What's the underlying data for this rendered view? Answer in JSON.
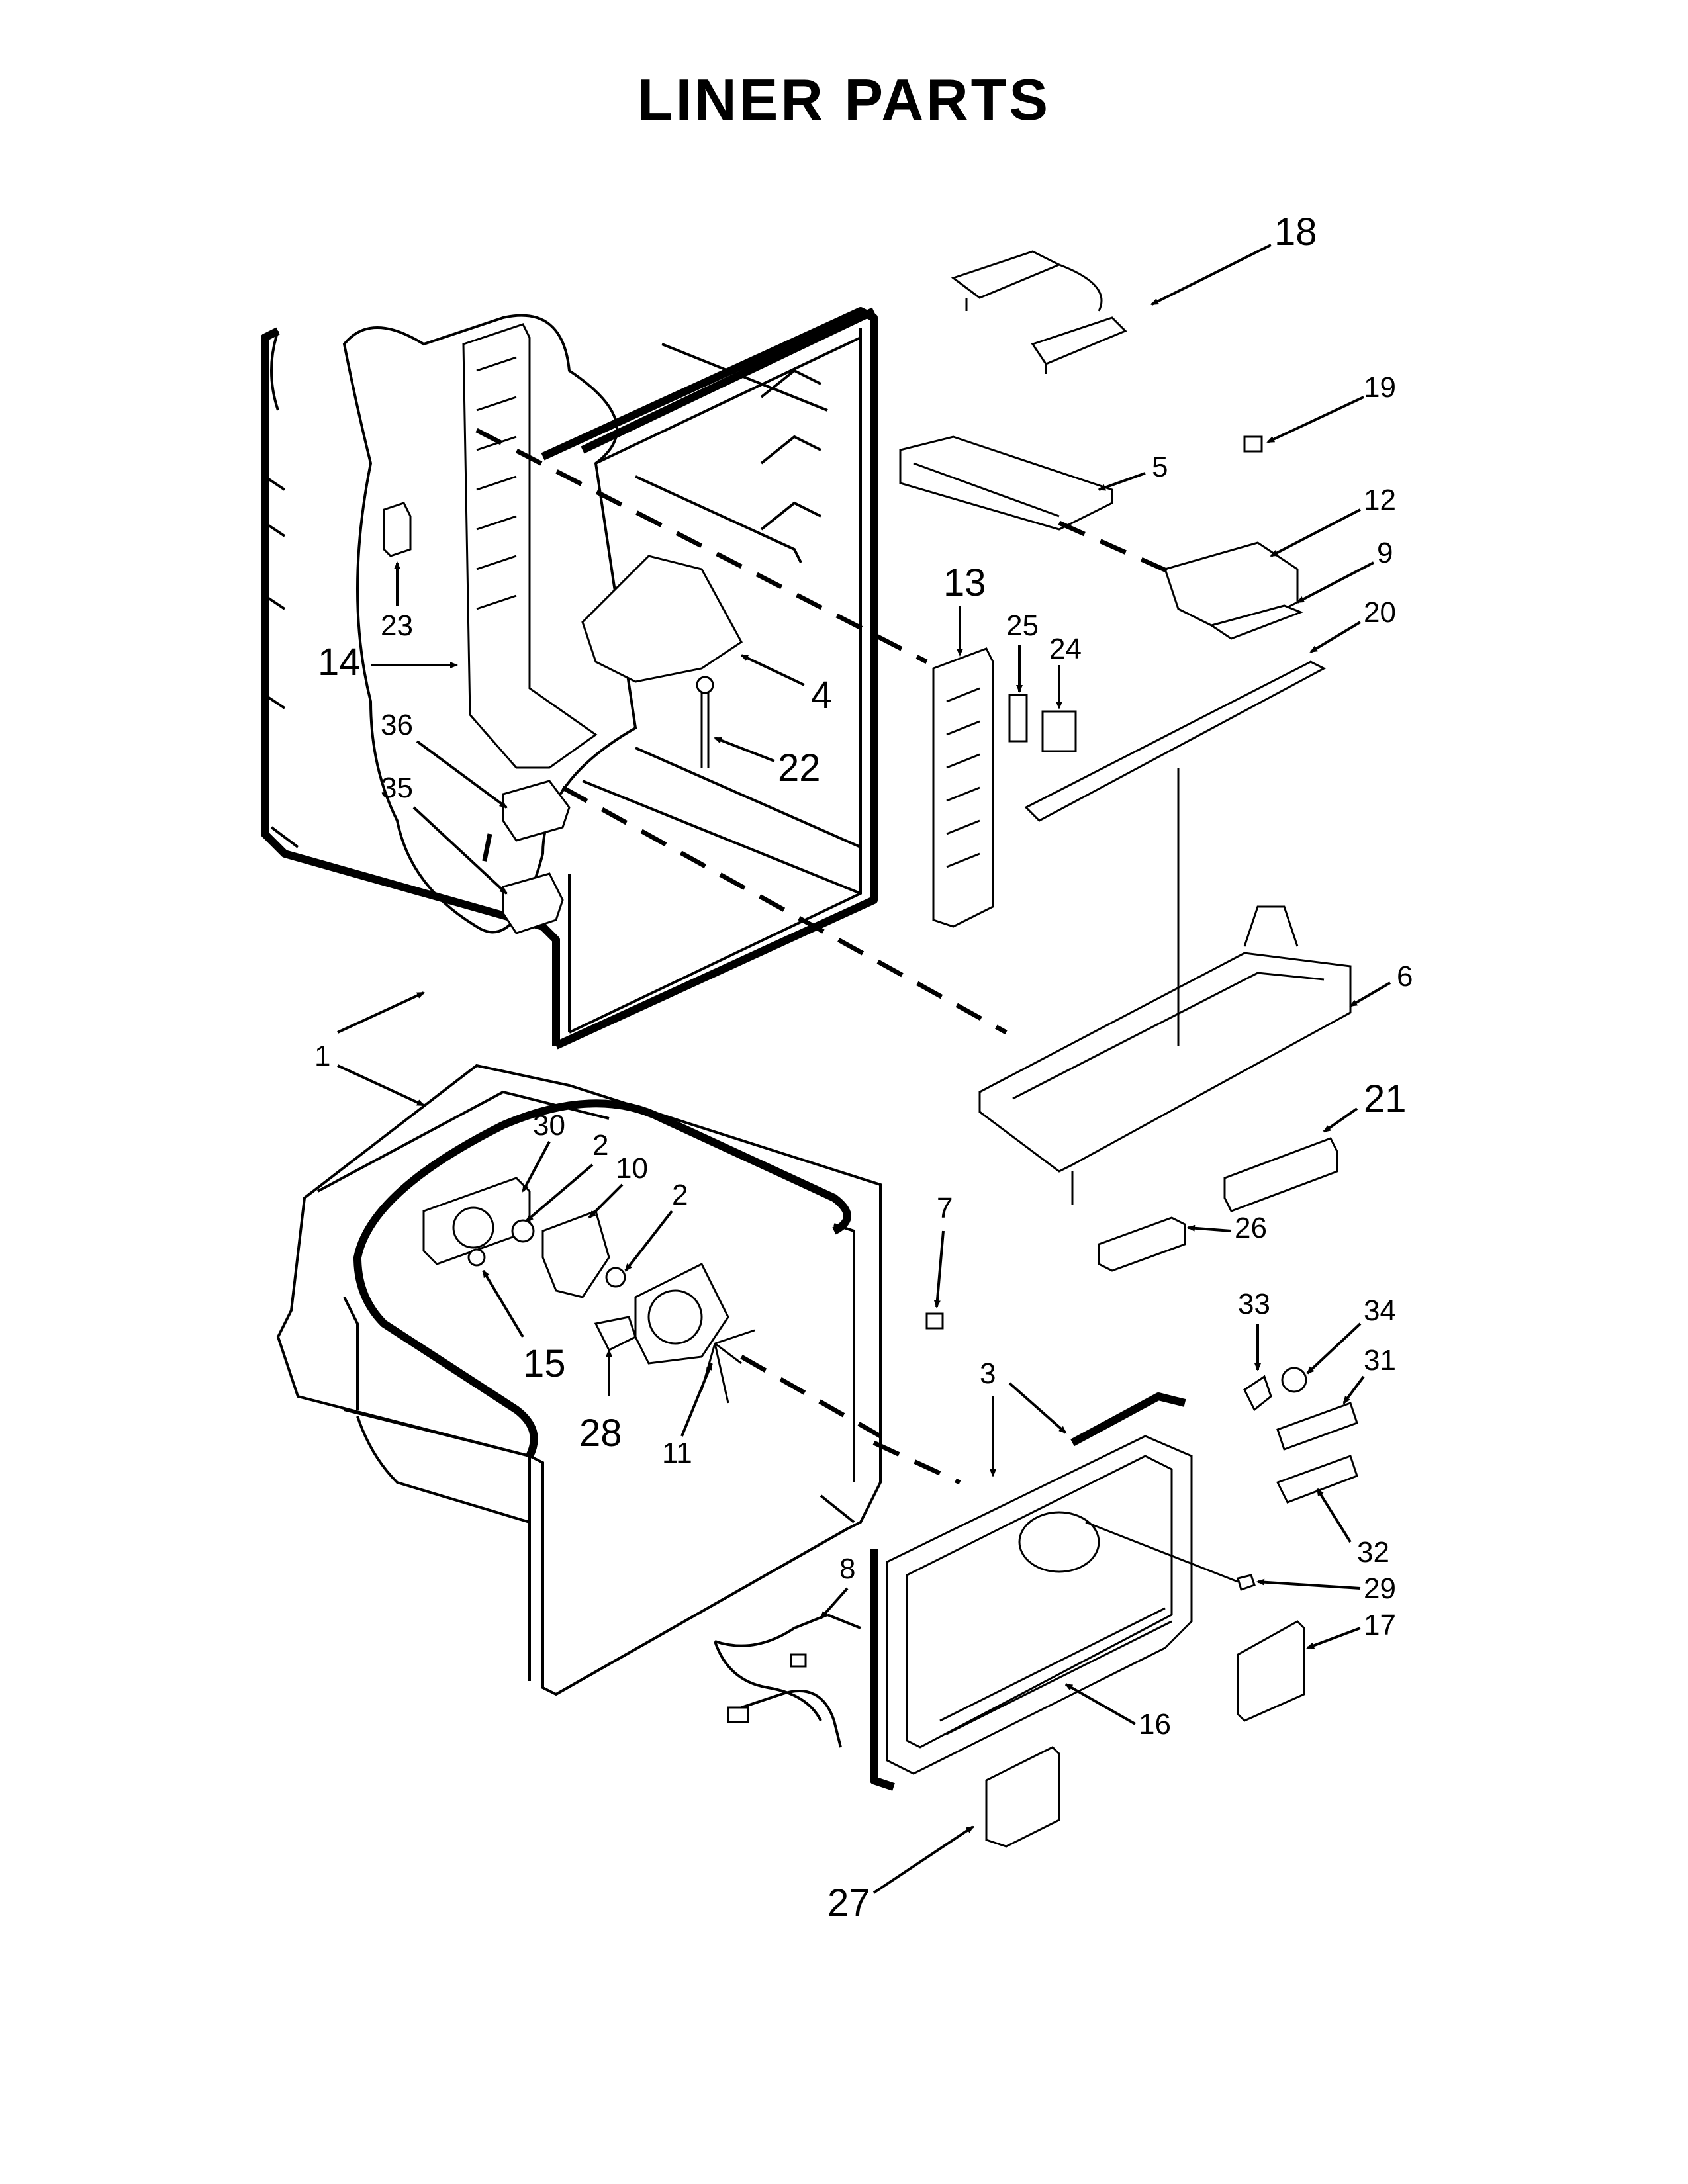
{
  "title": "LINER PARTS",
  "callouts": [
    "18",
    "19",
    "5",
    "12",
    "9",
    "20",
    "13",
    "25",
    "24",
    "4",
    "22",
    "14",
    "23",
    "36",
    "35",
    "6",
    "21",
    "1",
    "30",
    "2",
    "10",
    "2",
    "26",
    "7",
    "15",
    "28",
    "11",
    "33",
    "34",
    "31",
    "3",
    "32",
    "29",
    "17",
    "8",
    "16",
    "27"
  ]
}
